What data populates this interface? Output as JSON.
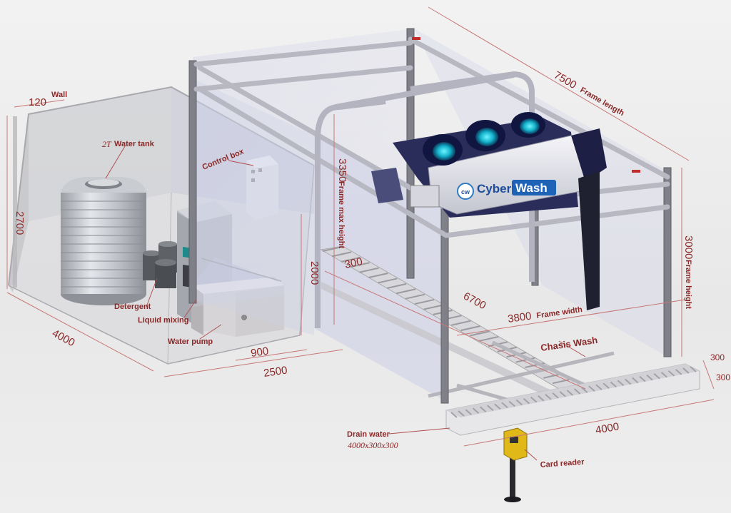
{
  "brand": {
    "logo_badge": "cw",
    "logo_word1": "Cyber",
    "logo_word2": "Wash"
  },
  "dimensions": {
    "wall_thickness": "120",
    "room_height": "2700",
    "room_depth": "4000",
    "room_width": "2500",
    "pump_offset": "900",
    "inner_height": "2000",
    "frame_length": "7500",
    "frame_max_height": "3350",
    "frame_height": "3000",
    "frame_width": "3800",
    "rail_length": "6700",
    "rail_width": "300",
    "drain_length": "4000",
    "drain_depth_a": "300",
    "drain_depth_b": "300"
  },
  "labels": {
    "wall": "Wall",
    "tank_capacity": "2T",
    "water_tank": "Water tank",
    "control_box": "Control box",
    "detergent": "Detergent",
    "liquid_mixing": "Liquid mixing",
    "water_pump": "Water pump",
    "frame_length": "Frame length",
    "frame_max_height": "Frame max height",
    "frame_height": "Frame height",
    "frame_width": "Frame width",
    "chasis_wash": "Chasis Wash",
    "drain_water": "Drain water",
    "drain_size": "4000x300x300",
    "card_reader": "Card reader"
  }
}
